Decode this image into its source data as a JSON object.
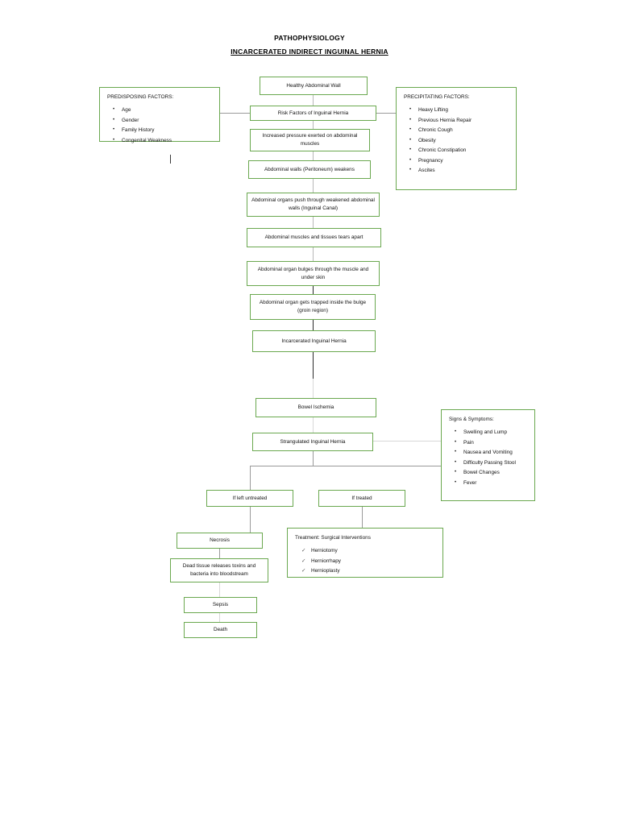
{
  "document": {
    "title_line1": "PATHOPHYSIOLOGY",
    "title_line2": "INCARCERATED INDIRECT INGUINAL HERNIA"
  },
  "theme": {
    "box_border": "#6aa84f",
    "connector_grey": "#b9b9b9",
    "connector_dark": "#2b2b2b",
    "page_background": "#ffffff",
    "text": "#111111"
  },
  "panels": {
    "predisposing": {
      "heading": "PREDISPOSING FACTORS:",
      "bullet_glyph": "•",
      "items": [
        "Age",
        "Gender",
        "Family History",
        "Congenital Weakness"
      ]
    },
    "precipitating": {
      "heading": "PRECIPITATING FACTORS:",
      "bullet_glyph": "•",
      "items": [
        "Heavy Lifting",
        "Previous Hernia Repair",
        "Chronic Cough",
        "Obesity",
        "Chronic Constipation",
        "Pregnancy",
        "Ascites"
      ]
    },
    "signs_symptoms": {
      "heading": "Signs & Symptoms:",
      "bullet_glyph": "•",
      "items": [
        "Swelling and Lump",
        "Pain",
        "Nausea and Vomiting",
        "Difficulty Passing Stool",
        "Bowel Changes",
        "Fever"
      ]
    },
    "treatment": {
      "heading": "Treatment: Surgical Interventions",
      "bullet_glyph": "✓",
      "items": [
        "Herniotomy",
        "Herniorrhapy",
        "Hernioplasty"
      ]
    }
  },
  "flow": {
    "healthy_abdominal_wall": "Healthy Abdominal Wall",
    "risk_factors": "Risk Factors of Inguinal Hernia",
    "increased_pressure": "Increased pressure exerted on abdominal muscles",
    "walls_weaken": "Abdominal walls (Peritoneum) weakens",
    "organs_push": "Abdominal organs push through weakened abdominal walls (Inguinal Canal)",
    "muscles_tear": "Abdominal muscles and tissues tears apart",
    "organ_bulges": "Abdominal organ bulges through the muscle and under skin",
    "organ_trapped": "Abdominal organ gets trapped inside the bulge (groin region)",
    "incarcerated": "Incarcerated Inguinal Hernia",
    "bowel_ischemia": "Bowel Ischemia",
    "strangulated": "Strangulated Inguinal Hernia",
    "if_untreated": "If left untreated",
    "if_treated": "If treated",
    "necrosis": "Necrosis",
    "dead_tissue": "Dead tissue releases toxins and bacteria into bloodstream",
    "sepsis": "Sepsis",
    "death": "Death"
  }
}
